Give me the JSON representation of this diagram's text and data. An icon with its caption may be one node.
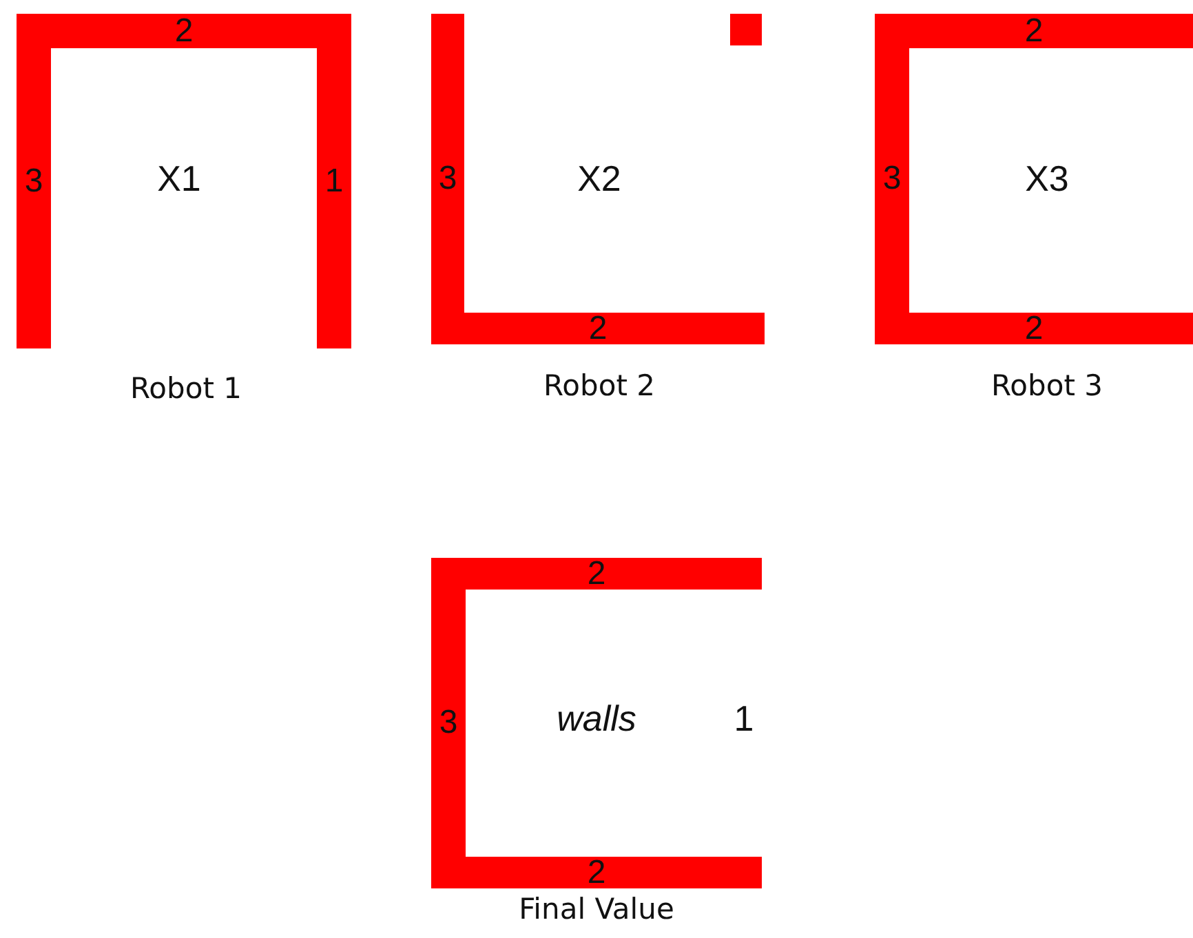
{
  "diagram": {
    "nodes": [
      {
        "text": [
          "X1"
        ],
        "beside": [
          "Robot 1"
        ]
      },
      {
        "text": [
          "2"
        ],
        "in": 0
      },
      {
        "text": [
          "3"
        ],
        "in": 0
      },
      {
        "text": [
          "1"
        ],
        "in": 0
      },
      {
        "text": [
          "X2"
        ],
        "beside": [
          "Robot 2"
        ]
      },
      {
        "text": [],
        "shape": "box",
        "in": 4
      },
      {
        "text": [
          "3"
        ],
        "in": 4
      },
      {
        "text": [
          "2"
        ],
        "in": 4
      },
      {
        "text": [
          "X3"
        ],
        "beside": [
          "Robot 3"
        ]
      },
      {
        "text": [
          "2"
        ],
        "in": 8
      },
      {
        "text": [
          "3"
        ],
        "in": 8
      },
      {
        "text": [
          "2"
        ],
        "in": 8
      },
      {
        "text": [
          "walls"
        ],
        "beside": [
          "Final Value"
        ]
      },
      {
        "text": [
          "2"
        ],
        "in": 12
      },
      {
        "text": [
          "3"
        ],
        "in": 12
      },
      {
        "text": [
          "2"
        ],
        "in": 12
      }
    ],
    "edges": [],
    "labels": [
      "1"
    ]
  }
}
